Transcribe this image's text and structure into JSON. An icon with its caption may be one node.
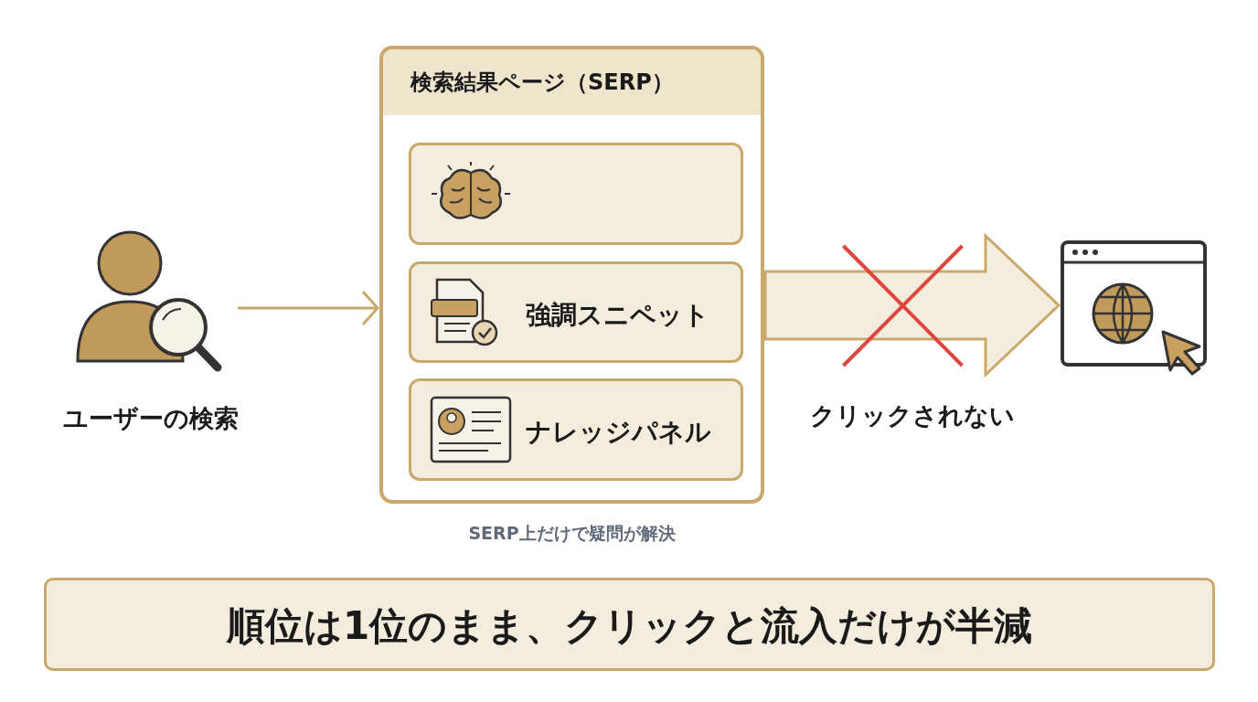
{
  "diagram": {
    "nodes": [
      {
        "text": [
          "ユーザーの検索"
        ]
      },
      {
        "text": [
          "検索結果ページ（SERP）"
        ],
        "beside": [
          "SERP上だけで疑問が解決"
        ]
      },
      {
        "text": [],
        "shape": "box",
        "in": 1
      },
      {
        "text": [
          "強調スニペット"
        ],
        "in": 1
      },
      {
        "text": [
          "ナレッジパネル"
        ],
        "in": 1
      },
      {
        "text": [],
        "shape": "box"
      },
      {
        "text": [
          "順位は1位のまま、クリックと流入だけが半減"
        ]
      }
    ],
    "edges": [
      {
        "from": 0,
        "to": 1,
        "arrow": "to"
      },
      {
        "from": 1,
        "to": 5,
        "arrow": "to",
        "label": "クリックされない",
        "style": "thick"
      }
    ]
  }
}
